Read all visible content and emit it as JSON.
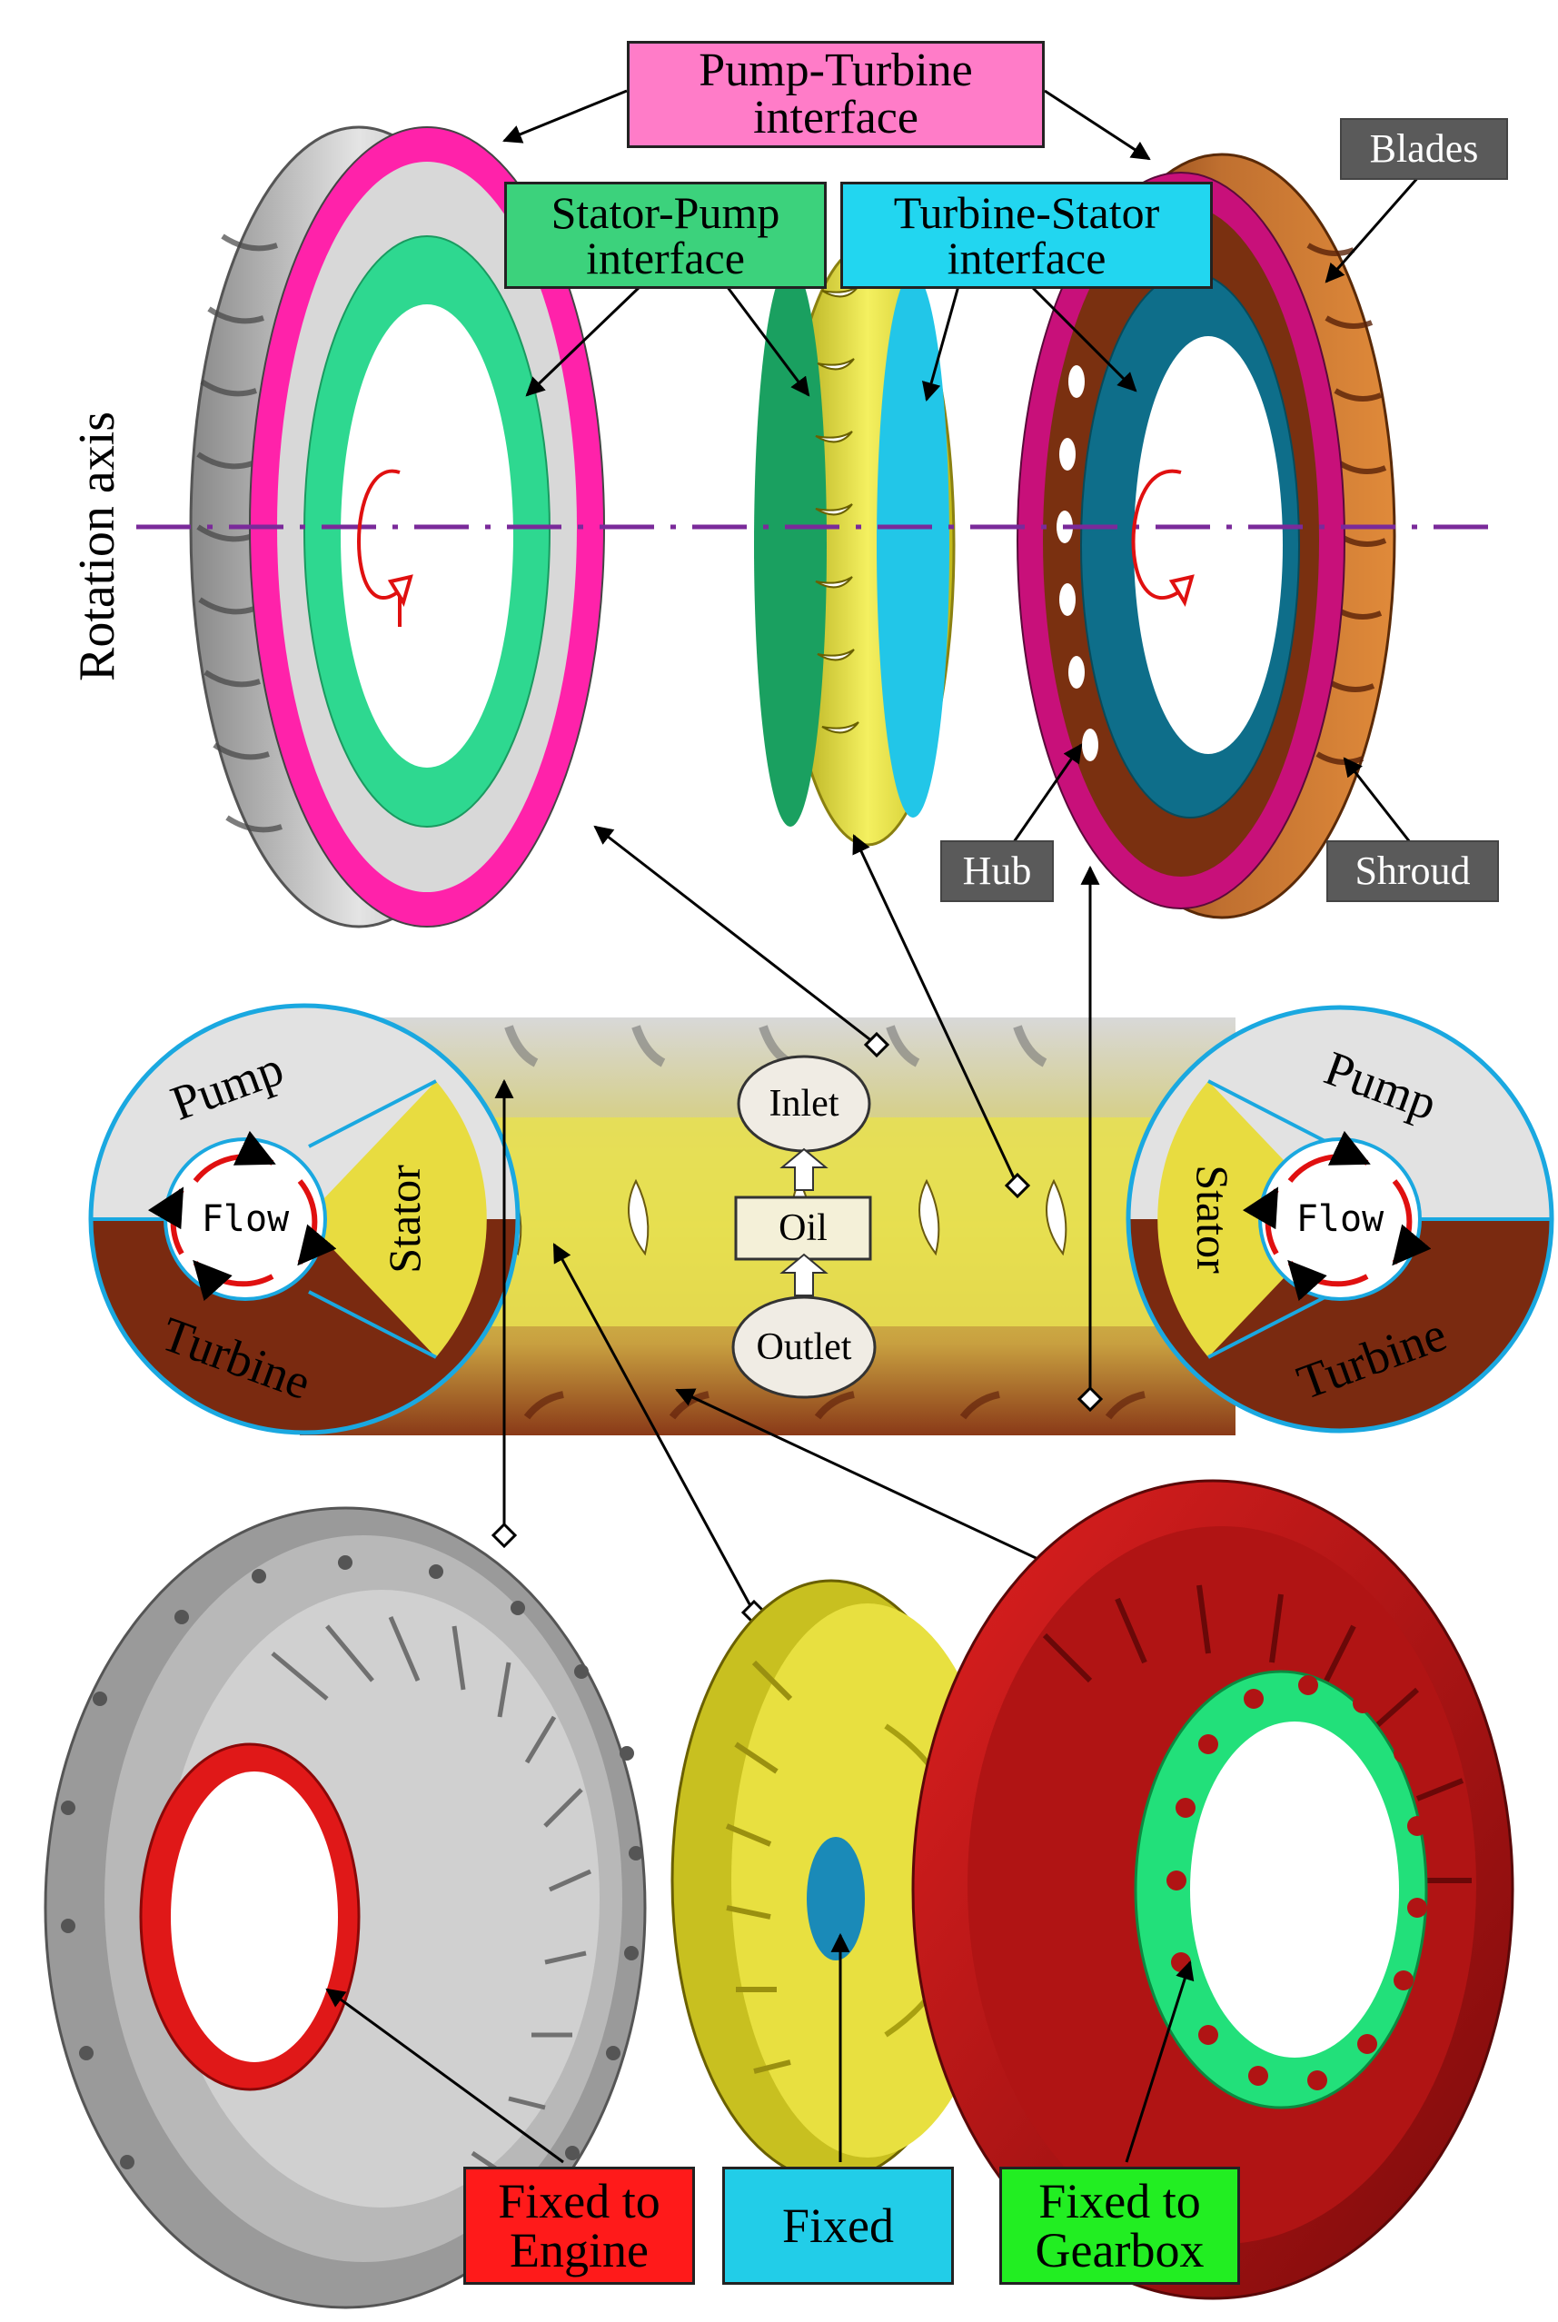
{
  "labels": {
    "pump_turbine_interface": "Pump-Turbine\ninterface",
    "stator_pump_interface": "Stator-Pump\ninterface",
    "turbine_stator_interface": "Turbine-Stator\ninterface",
    "blades": "Blades",
    "hub": "Hub",
    "shroud": "Shroud",
    "rotation_axis": "Rotation axis",
    "pump_left": "Pump",
    "stator_left": "Stator",
    "turbine_left": "Turbine",
    "flow_left": "Flow",
    "pump_right": "Pump",
    "stator_right": "Stator",
    "turbine_right": "Turbine",
    "flow_right": "Flow",
    "inlet": "Inlet",
    "oil": "Oil",
    "outlet": "Outlet",
    "fixed_to_engine": "Fixed to\nEngine",
    "fixed": "Fixed",
    "fixed_to_gearbox": "Fixed to\nGearbox"
  },
  "colors": {
    "pump_ring": "#ff22aa",
    "stator_ring": "#22d88a",
    "turbine_ring": "#c8107a",
    "stator_body": "#e8e030",
    "turbine_body": "#b5651d",
    "axis": "#7a2a9a",
    "rotation_arrow": "#e01010",
    "interface_cyan": "#22c6e8"
  }
}
